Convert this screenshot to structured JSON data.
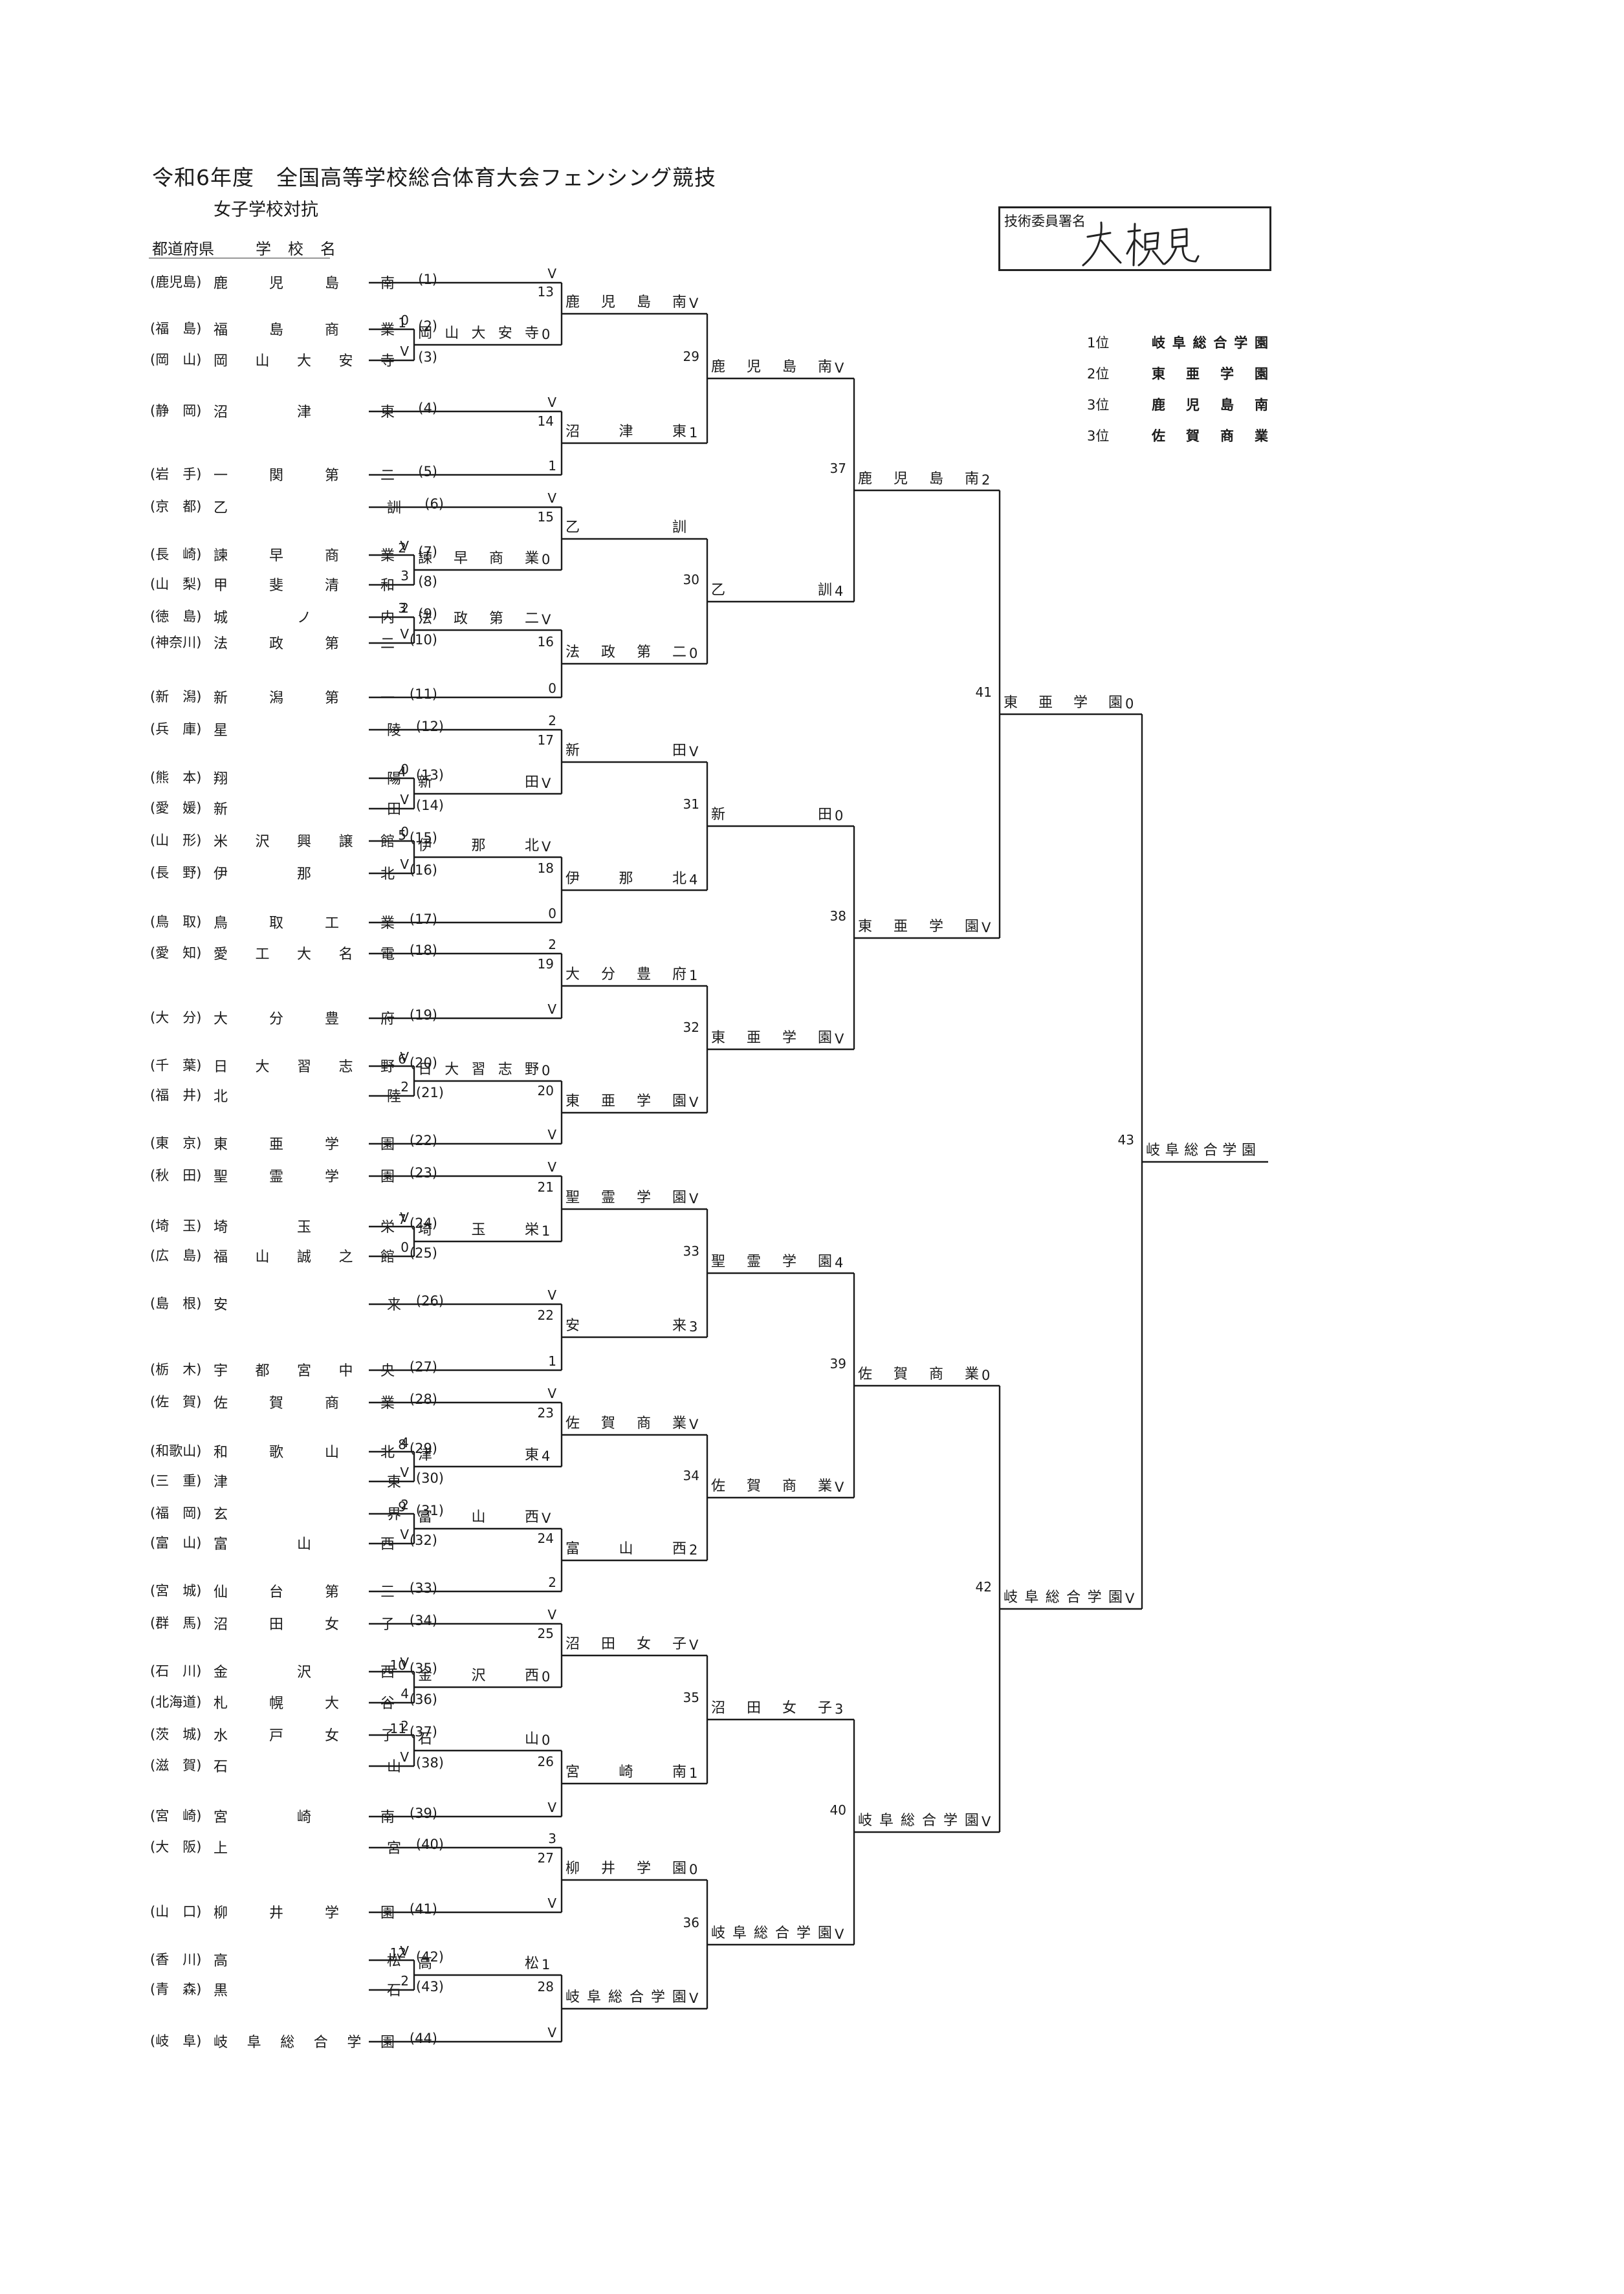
{
  "header": {
    "title": "令和6年度　全国高等学校総合体育大会フェンシング競技",
    "subtitle": "女子学校対抗",
    "col_pref": "都道府県",
    "col_school": "学校名",
    "signature_label": "技術委員署名",
    "signature_text": "大槻"
  },
  "rankings": [
    {
      "place": "1位",
      "school": "岐阜総合学園"
    },
    {
      "place": "2位",
      "school": "東亜学園"
    },
    {
      "place": "3位",
      "school": "鹿児島南"
    },
    {
      "place": "3位",
      "school": "佐賀商業"
    }
  ],
  "entries": [
    {
      "pref": "(鹿児島)",
      "name": "鹿児島南",
      "seed": "(1)"
    },
    {
      "pref": "(福　島)",
      "name": "福島商業",
      "seed": "(2)"
    },
    {
      "pref": "(岡　山)",
      "name": "岡山大安寺",
      "seed": "(3)"
    },
    {
      "pref": "(静　岡)",
      "name": "沼津東",
      "seed": "(4)"
    },
    {
      "pref": "(岩　手)",
      "name": "一関第二",
      "seed": "(5)"
    },
    {
      "pref": "(京　都)",
      "name": "乙訓",
      "seed": "(6)"
    },
    {
      "pref": "(長　崎)",
      "name": "諫早商業",
      "seed": "(7)"
    },
    {
      "pref": "(山　梨)",
      "name": "甲斐清和",
      "seed": "(8)"
    },
    {
      "pref": "(徳　島)",
      "name": "城ノ内",
      "seed": "(9)"
    },
    {
      "pref": "(神奈川)",
      "name": "法政第二",
      "seed": "(10)"
    },
    {
      "pref": "(新　潟)",
      "name": "新潟第一",
      "seed": "(11)"
    },
    {
      "pref": "(兵　庫)",
      "name": "星陵",
      "seed": "(12)"
    },
    {
      "pref": "(熊　本)",
      "name": "翔陽",
      "seed": "(13)"
    },
    {
      "pref": "(愛　媛)",
      "name": "新田",
      "seed": "(14)"
    },
    {
      "pref": "(山　形)",
      "name": "米沢興譲館",
      "seed": "(15)"
    },
    {
      "pref": "(長　野)",
      "name": "伊那北",
      "seed": "(16)"
    },
    {
      "pref": "(鳥　取)",
      "name": "鳥取工業",
      "seed": "(17)"
    },
    {
      "pref": "(愛　知)",
      "name": "愛工大名電",
      "seed": "(18)"
    },
    {
      "pref": "(大　分)",
      "name": "大分豊府",
      "seed": "(19)"
    },
    {
      "pref": "(千　葉)",
      "name": "日大習志野",
      "seed": "(20)"
    },
    {
      "pref": "(福　井)",
      "name": "北陸",
      "seed": "(21)"
    },
    {
      "pref": "(東　京)",
      "name": "東亜学園",
      "seed": "(22)"
    },
    {
      "pref": "(秋　田)",
      "name": "聖霊学園",
      "seed": "(23)"
    },
    {
      "pref": "(埼　玉)",
      "name": "埼玉栄",
      "seed": "(24)"
    },
    {
      "pref": "(広　島)",
      "name": "福山誠之館",
      "seed": "(25)"
    },
    {
      "pref": "(島　根)",
      "name": "安来",
      "seed": "(26)"
    },
    {
      "pref": "(栃　木)",
      "name": "宇都宮中央",
      "seed": "(27)"
    },
    {
      "pref": "(佐　賀)",
      "name": "佐賀商業",
      "seed": "(28)"
    },
    {
      "pref": "(和歌山)",
      "name": "和歌山北",
      "seed": "(29)"
    },
    {
      "pref": "(三　重)",
      "name": "津東",
      "seed": "(30)"
    },
    {
      "pref": "(福　岡)",
      "name": "玄界",
      "seed": "(31)"
    },
    {
      "pref": "(富　山)",
      "name": "富山西",
      "seed": "(32)"
    },
    {
      "pref": "(宮　城)",
      "name": "仙台第三",
      "seed": "(33)"
    },
    {
      "pref": "(群　馬)",
      "name": "沼田女子",
      "seed": "(34)"
    },
    {
      "pref": "(石　川)",
      "name": "金沢西",
      "seed": "(35)"
    },
    {
      "pref": "(北海道)",
      "name": "札幌大谷",
      "seed": "(36)"
    },
    {
      "pref": "(茨　城)",
      "name": "水戸女子",
      "seed": "(37)"
    },
    {
      "pref": "(滋　賀)",
      "name": "石山",
      "seed": "(38)"
    },
    {
      "pref": "(宮　崎)",
      "name": "宮崎南",
      "seed": "(39)"
    },
    {
      "pref": "(大　阪)",
      "name": "上宮",
      "seed": "(40)"
    },
    {
      "pref": "(山　口)",
      "name": "柳井学園",
      "seed": "(41)"
    },
    {
      "pref": "(香　川)",
      "name": "高松",
      "seed": "(42)"
    },
    {
      "pref": "(青　森)",
      "name": "黒石",
      "seed": "(43)"
    },
    {
      "pref": "(岐　阜)",
      "name": "岐阜総合学園",
      "seed": "(44)"
    }
  ],
  "matches": [
    {
      "id": "1",
      "a": {
        "entry": 2,
        "score": "0"
      },
      "b": {
        "entry": 3,
        "score": "V"
      },
      "winner": {
        "name": "岡山大安寺",
        "score": "0"
      }
    },
    {
      "id": "2",
      "a": {
        "entry": 7,
        "score": "V"
      },
      "b": {
        "entry": 8,
        "score": "3"
      },
      "winner": {
        "name": "諫早商業",
        "score": "0"
      }
    },
    {
      "id": "3",
      "a": {
        "entry": 9,
        "score": "2"
      },
      "b": {
        "entry": 10,
        "score": "V"
      },
      "winner": {
        "name": "法政第二",
        "score": "V"
      }
    },
    {
      "id": "4",
      "a": {
        "entry": 13,
        "score": "0"
      },
      "b": {
        "entry": 14,
        "score": "V"
      },
      "winner": {
        "name": "新田",
        "score": "V"
      }
    },
    {
      "id": "5",
      "a": {
        "entry": 15,
        "score": "0"
      },
      "b": {
        "entry": 16,
        "score": "V"
      },
      "winner": {
        "name": "伊那北",
        "score": "V"
      }
    },
    {
      "id": "6",
      "a": {
        "entry": 20,
        "score": "V"
      },
      "b": {
        "entry": 21,
        "score": "2"
      },
      "winner": {
        "name": "日大習志野",
        "score": "0"
      }
    },
    {
      "id": "7",
      "a": {
        "entry": 24,
        "score": "V"
      },
      "b": {
        "entry": 25,
        "score": "0"
      },
      "winner": {
        "name": "埼玉栄",
        "score": "1"
      }
    },
    {
      "id": "8",
      "a": {
        "entry": 29,
        "score": "4"
      },
      "b": {
        "entry": 30,
        "score": "V"
      },
      "winner": {
        "name": "津東",
        "score": "4"
      }
    },
    {
      "id": "9",
      "a": {
        "entry": 31,
        "score": "2"
      },
      "b": {
        "entry": 32,
        "score": "V"
      },
      "winner": {
        "name": "富山西",
        "score": "V"
      }
    },
    {
      "id": "10",
      "a": {
        "entry": 35,
        "score": "V"
      },
      "b": {
        "entry": 36,
        "score": "4"
      },
      "winner": {
        "name": "金沢西",
        "score": "0"
      }
    },
    {
      "id": "11",
      "a": {
        "entry": 37,
        "score": "2"
      },
      "b": {
        "entry": 38,
        "score": "V"
      },
      "winner": {
        "name": "石山",
        "score": "0"
      }
    },
    {
      "id": "12",
      "a": {
        "entry": 42,
        "score": "V"
      },
      "b": {
        "entry": 43,
        "score": "2"
      },
      "winner": {
        "name": "高松",
        "score": "1"
      }
    },
    {
      "id": "13",
      "a": {
        "entry": 1,
        "score": "V"
      },
      "b": {
        "match": 1,
        "score": ""
      },
      "winner": {
        "name": "鹿児島南",
        "score": "V"
      }
    },
    {
      "id": "14",
      "a": {
        "entry": 4,
        "score": "V"
      },
      "b": {
        "entry": 5,
        "score": "1"
      },
      "winner": {
        "name": "沼津東",
        "score": "1"
      }
    },
    {
      "id": "15",
      "a": {
        "entry": 6,
        "score": "V"
      },
      "b": {
        "match": 2,
        "score": ""
      },
      "winner": {
        "name": "乙訓",
        "score": ""
      }
    },
    {
      "id": "16",
      "a": {
        "match": 3,
        "score": ""
      },
      "b": {
        "entry": 11,
        "score": "0"
      },
      "winner": {
        "name": "法政第二",
        "score": "0"
      }
    },
    {
      "id": "17",
      "a": {
        "entry": 12,
        "score": "2"
      },
      "b": {
        "match": 4,
        "score": ""
      },
      "winner": {
        "name": "新田",
        "score": "V"
      }
    },
    {
      "id": "18",
      "a": {
        "match": 5,
        "score": ""
      },
      "b": {
        "entry": 17,
        "score": "0"
      },
      "winner": {
        "name": "伊那北",
        "score": "4"
      }
    },
    {
      "id": "19",
      "a": {
        "entry": 18,
        "score": "2"
      },
      "b": {
        "entry": 19,
        "score": "V"
      },
      "winner": {
        "name": "大分豊府",
        "score": "1"
      }
    },
    {
      "id": "20",
      "a": {
        "match": 6,
        "score": ""
      },
      "b": {
        "entry": 22,
        "score": "V"
      },
      "winner": {
        "name": "東亜学園",
        "score": "V"
      }
    },
    {
      "id": "21",
      "a": {
        "entry": 23,
        "score": "V"
      },
      "b": {
        "match": 7,
        "score": ""
      },
      "winner": {
        "name": "聖霊学園",
        "score": "V"
      }
    },
    {
      "id": "22",
      "a": {
        "entry": 26,
        "score": "V"
      },
      "b": {
        "entry": 27,
        "score": "1"
      },
      "winner": {
        "name": "安来",
        "score": "3"
      }
    },
    {
      "id": "23",
      "a": {
        "entry": 28,
        "score": "V"
      },
      "b": {
        "match": 8,
        "score": ""
      },
      "winner": {
        "name": "佐賀商業",
        "score": "V"
      }
    },
    {
      "id": "24",
      "a": {
        "match": 9,
        "score": ""
      },
      "b": {
        "entry": 33,
        "score": "2"
      },
      "winner": {
        "name": "富山西",
        "score": "2"
      }
    },
    {
      "id": "25",
      "a": {
        "entry": 34,
        "score": "V"
      },
      "b": {
        "match": 10,
        "score": ""
      },
      "winner": {
        "name": "沼田女子",
        "score": "V"
      }
    },
    {
      "id": "26",
      "a": {
        "match": 11,
        "score": ""
      },
      "b": {
        "entry": 39,
        "score": "V"
      },
      "winner": {
        "name": "宮崎南",
        "score": "1"
      }
    },
    {
      "id": "27",
      "a": {
        "entry": 40,
        "score": "3"
      },
      "b": {
        "entry": 41,
        "score": "V"
      },
      "winner": {
        "name": "柳井学園",
        "score": "0"
      }
    },
    {
      "id": "28",
      "a": {
        "match": 12,
        "score": ""
      },
      "b": {
        "entry": 44,
        "score": "V"
      },
      "winner": {
        "name": "岐阜総合学園",
        "score": "V"
      }
    },
    {
      "id": "29",
      "a": {
        "match": 13,
        "score": ""
      },
      "b": {
        "match": 14,
        "score": ""
      },
      "winner": {
        "name": "鹿児島南",
        "score": "V"
      }
    },
    {
      "id": "30",
      "a": {
        "match": 15,
        "score": ""
      },
      "b": {
        "match": 16,
        "score": ""
      },
      "winner": {
        "name": "乙訓",
        "score": "4"
      }
    },
    {
      "id": "31",
      "a": {
        "match": 17,
        "score": ""
      },
      "b": {
        "match": 18,
        "score": ""
      },
      "winner": {
        "name": "新田",
        "score": "0"
      }
    },
    {
      "id": "32",
      "a": {
        "match": 19,
        "score": ""
      },
      "b": {
        "match": 20,
        "score": ""
      },
      "winner": {
        "name": "東亜学園",
        "score": "V"
      }
    },
    {
      "id": "33",
      "a": {
        "match": 21,
        "score": ""
      },
      "b": {
        "match": 22,
        "score": ""
      },
      "winner": {
        "name": "聖霊学園",
        "score": "4"
      }
    },
    {
      "id": "34",
      "a": {
        "match": 23,
        "score": ""
      },
      "b": {
        "match": 24,
        "score": ""
      },
      "winner": {
        "name": "佐賀商業",
        "score": "V"
      }
    },
    {
      "id": "35",
      "a": {
        "match": 25,
        "score": ""
      },
      "b": {
        "match": 26,
        "score": ""
      },
      "winner": {
        "name": "沼田女子",
        "score": "3"
      }
    },
    {
      "id": "36",
      "a": {
        "match": 27,
        "score": ""
      },
      "b": {
        "match": 28,
        "score": ""
      },
      "winner": {
        "name": "岐阜総合学園",
        "score": "V"
      }
    },
    {
      "id": "37",
      "a": {
        "match": 29,
        "score": ""
      },
      "b": {
        "match": 30,
        "score": ""
      },
      "winner": {
        "name": "鹿児島南",
        "score": "2"
      }
    },
    {
      "id": "38",
      "a": {
        "match": 31,
        "score": ""
      },
      "b": {
        "match": 32,
        "score": ""
      },
      "winner": {
        "name": "東亜学園",
        "score": "V"
      }
    },
    {
      "id": "39",
      "a": {
        "match": 33,
        "score": ""
      },
      "b": {
        "match": 34,
        "score": ""
      },
      "winner": {
        "name": "佐賀商業",
        "score": "0"
      }
    },
    {
      "id": "40",
      "a": {
        "match": 35,
        "score": ""
      },
      "b": {
        "match": 36,
        "score": ""
      },
      "winner": {
        "name": "岐阜総合学園",
        "score": "V"
      }
    },
    {
      "id": "41",
      "a": {
        "match": 37,
        "score": ""
      },
      "b": {
        "match": 38,
        "score": ""
      },
      "winner": {
        "name": "東亜学園",
        "score": "0"
      }
    },
    {
      "id": "42",
      "a": {
        "match": 39,
        "score": ""
      },
      "b": {
        "match": 40,
        "score": ""
      },
      "winner": {
        "name": "岐阜総合学園",
        "score": "V"
      }
    },
    {
      "id": "43",
      "a": {
        "match": 41,
        "score": ""
      },
      "b": {
        "match": 42,
        "score": ""
      },
      "winner": {
        "name": "岐阜総合学園",
        "score": ""
      }
    }
  ]
}
